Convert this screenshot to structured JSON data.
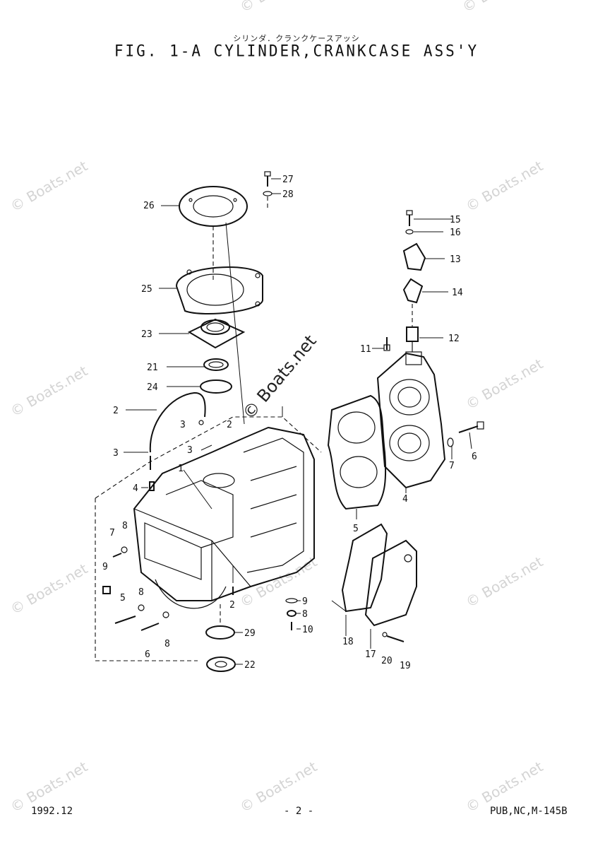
{
  "header": {
    "subtitle_jp": "シリンダ．クランクケースアッシ",
    "title": "FIG.  1-A CYLINDER,CRANKCASE ASS'Y"
  },
  "footer": {
    "date": "1992.12",
    "page": "- 2 -",
    "pub_no": "PUB,NC,M-145B"
  },
  "watermark": {
    "text": "© Boats.net",
    "center_text": "© Boats.net"
  },
  "callouts": {
    "c27": "27",
    "c28": "28",
    "c26": "26",
    "c15": "15",
    "c16": "16",
    "c13": "13",
    "c25": "25",
    "c14": "14",
    "c23": "23",
    "c12": "12",
    "c11": "11",
    "c21": "21",
    "c24": "24",
    "c2a": "2",
    "c3a": "3",
    "c2b": "2",
    "c3b": "3",
    "c3c": "3",
    "c6a": "6",
    "c1": "1",
    "c7a": "7",
    "c4a": "4",
    "c4b": "4",
    "c7b": "7",
    "c8a": "8",
    "c9a": "9",
    "c5a": "5",
    "c8b": "8",
    "c5b": "5",
    "c8c": "8",
    "c6b": "6",
    "c2c": "2",
    "c9b": "9",
    "c8d": "8",
    "c10": "10",
    "c29": "29",
    "c22": "22",
    "c18": "18",
    "c17": "17",
    "c20": "20",
    "c19": "19"
  }
}
